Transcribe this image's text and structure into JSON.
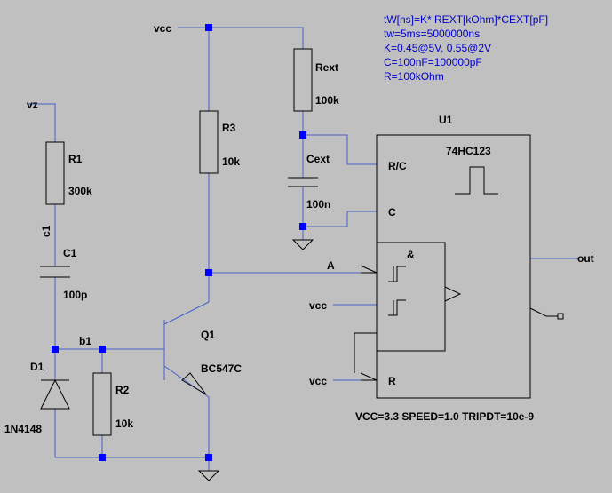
{
  "spec_note": [
    "tW[ns]=K* REXT[kOhm]*CEXT[pF]",
    "tw=5ms=5000000ns",
    "K=0.45@5V, 0.55@2V",
    "C=100nF=100000pF",
    "R=100kOhm"
  ],
  "nets": {
    "vcc": "vcc",
    "vz": "vz",
    "c1": "c1",
    "b1": "b1",
    "a": "A",
    "out": "out"
  },
  "components": {
    "rext": {
      "name": "Rext",
      "value": "100k"
    },
    "r3": {
      "name": "R3",
      "value": "10k"
    },
    "r1": {
      "name": "R1",
      "value": "300k"
    },
    "c1": {
      "name": "C1",
      "value": "100p"
    },
    "cext": {
      "name": "Cext",
      "value": "100n"
    },
    "q1": {
      "name": "Q1",
      "value": "BC547C"
    },
    "r2": {
      "name": "R2",
      "value": "10k"
    },
    "d1": {
      "name": "D1",
      "value": "1N4148"
    },
    "u1": {
      "name": "U1",
      "value": "74HC123",
      "pin_rc": "R/C",
      "pin_c": "C",
      "pin_r": "R",
      "and_label": "&"
    }
  },
  "spice_directive": "VCC=3.3  SPEED=1.0  TRIPDT=10e-9",
  "colors": {
    "background": "#c0c0c0",
    "wire": "#4a5fc8",
    "node": "#0000ff",
    "text_note": "#0000cc",
    "parts": "#000000"
  }
}
